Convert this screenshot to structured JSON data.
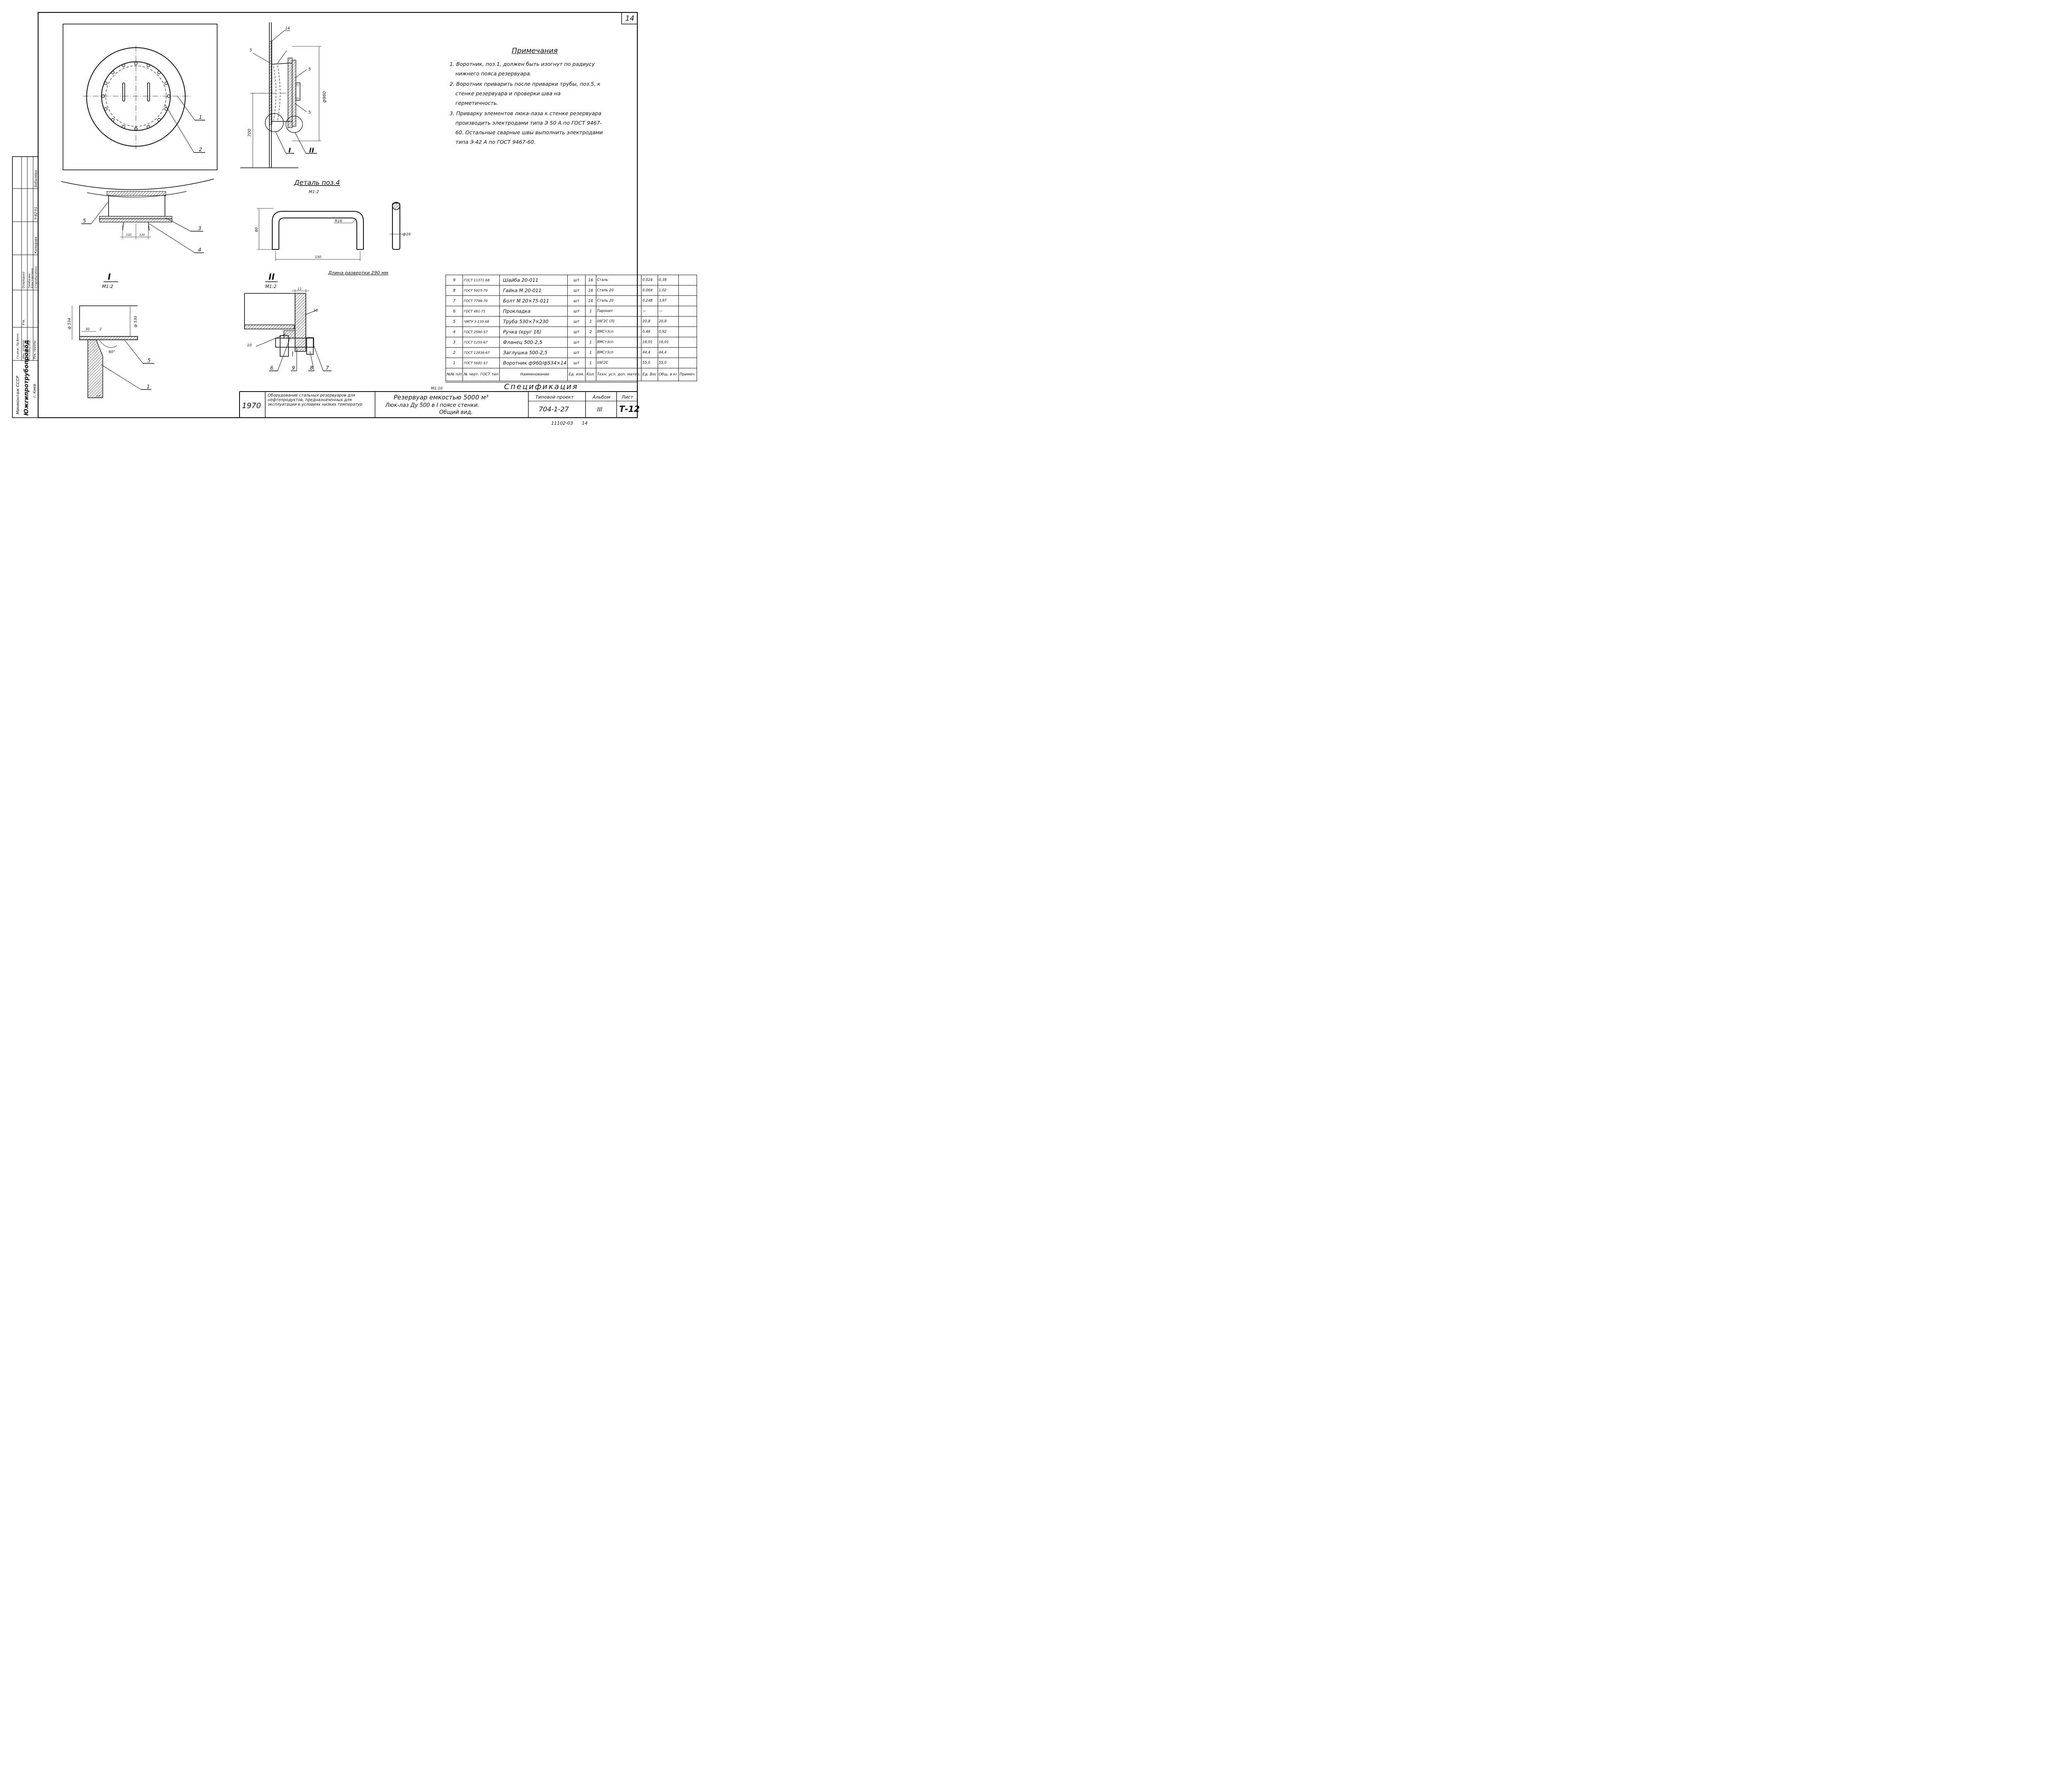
{
  "sheet": {
    "number": "14"
  },
  "notes": {
    "title": "Примечания",
    "items": [
      "1. Воротник, поз.1, должен быть изогнут по радиусу нижнего пояса резервуара.",
      "2. Воротник приварить после приварки трубы, поз.5, к стенке резервуара и проверки шва на герметичность.",
      "3. Приварку элементов люка-лаза к стенке резервуара производить электродами типа Э 50 А по ГОСТ 9467-60. Остальные сварные швы выполнить электродами типа Э 42 А по ГОСТ 9467-60."
    ]
  },
  "labels": {
    "pos": [
      "1",
      "2",
      "3",
      "4",
      "5",
      "6",
      "7",
      "8",
      "9"
    ],
    "weld14": "14",
    "weld5": "5",
    "weld10": "10",
    "roman1": "I",
    "roman2": "II",
    "dim700": "700",
    "dim960": "ф960",
    "dim120a": "120",
    "dim120b": "120",
    "detail_title": "Деталь поз.4",
    "detail_scale": "М1:2",
    "dimR16": "R16",
    "dim80": "80",
    "dim150": "150",
    "dimPhi16": "ф16",
    "unfold": "Длина развертки 290 мм",
    "scale_I": "М1:2",
    "scale_II": "М1:2",
    "dim11": "11",
    "dim534": "ф 534",
    "dim530": "ф 530",
    "dim30": "30",
    "dim2": "2",
    "dim60": "60°",
    "dim14b": "14",
    "m110": "М1:10"
  },
  "spec": {
    "rows": [
      {
        "n": "9",
        "gost": "ГОСТ 11371-68",
        "name": "Шайба 20-011",
        "unit": "шт",
        "qty": "16",
        "mat": "Сталь",
        "w1": "0,024",
        "w2": "0,38"
      },
      {
        "n": "8",
        "gost": "ГОСТ 5915-70",
        "name": "Гайка М 20-011",
        "unit": "шт",
        "qty": "16",
        "mat": "Сталь 20",
        "w1": "0,064",
        "w2": "1,02"
      },
      {
        "n": "7",
        "gost": "ГОСТ 7798-70",
        "name": "Болт М 20×75-011",
        "unit": "шт",
        "qty": "16",
        "mat": "Сталь 20",
        "w1": "0,248",
        "w2": "3,97"
      },
      {
        "n": "6",
        "gost": "ГОСТ 481-71",
        "name": "Прокладка",
        "unit": "шт",
        "qty": "1",
        "mat": "Паронит",
        "w1": "—",
        "w2": "—"
      },
      {
        "n": "5",
        "gost": "ЧМТУ 3-130-68",
        "name": "Труба 530×7×230",
        "unit": "шт",
        "qty": "1",
        "mat": "09Г2С (Л)",
        "w1": "20,8",
        "w2": "20,8"
      },
      {
        "n": "4",
        "gost": "ГОСТ 2590-57",
        "name": "Ручка (круг 16)",
        "unit": "шт",
        "qty": "2",
        "mat": "ВМСт3сп",
        "w1": "0,46",
        "w2": "0,92"
      },
      {
        "n": "3",
        "gost": "ГОСТ 1255-67",
        "name": "Фланец 500-2,5",
        "unit": "шт",
        "qty": "1",
        "mat": "ВМСт3сп",
        "w1": "16,01",
        "w2": "16,01"
      },
      {
        "n": "2",
        "gost": "ГОСТ 12836-67",
        "name": "Заглушка 500-2,5",
        "unit": "шт",
        "qty": "1",
        "mat": "ВМСт3сп",
        "w1": "44,4",
        "w2": "44,4"
      },
      {
        "n": "1",
        "gost": "ГОСТ 5681-57",
        "name": "Воротник ф960/ф534×14",
        "unit": "шт",
        "qty": "1",
        "mat": "09Г2С",
        "w1": "55,0",
        "w2": "55,0"
      }
    ],
    "header": {
      "n": "№№ п/п",
      "gost": "№ черт. ГОСТ тип",
      "name": "Наименование",
      "unit": "Ед. изм.",
      "qty": "Кол.",
      "mat": "Техн. усл. доп. матер.",
      "w1": "Ед. Вес",
      "w2": "Общ. в кг",
      "note": "Примеч."
    },
    "title": "Спецификация"
  },
  "titleblock": {
    "year": "1970",
    "subject": "Оборудование стальных резервуаров для нефтепродуктов, предназначенных для эксплуатации в условиях низких температур",
    "title1": "Резервуар емкостью 5000 м³",
    "title2": "Люк-лаз Ду 500 в I поясе стенки.",
    "title3": "Общий вид.",
    "project_label": "Типовой проект",
    "project": "704-1-27",
    "album_label": "Альбом",
    "album": "III",
    "sheet_label": "Лист",
    "sheet": "Т-12",
    "footer": "11102-03",
    "footer_sheet": "14"
  },
  "stamp": {
    "org1": "Минмонтаж СССР",
    "org2": "Южгипротрубопровод",
    "city": "г. Киев",
    "roles": [
      "Гл.инж. Пр.Вепп.",
      "Нач. отдела",
      "Гл.спец.отд.",
      "Рук. группы",
      "Чертежник"
    ],
    "names": [
      "Осередько",
      "Тимбалик",
      "Константина",
      "Старобыченко"
    ],
    "extra": [
      "Бобылёва",
      "Каладова",
      "Утв.",
      "5-82-01"
    ]
  }
}
